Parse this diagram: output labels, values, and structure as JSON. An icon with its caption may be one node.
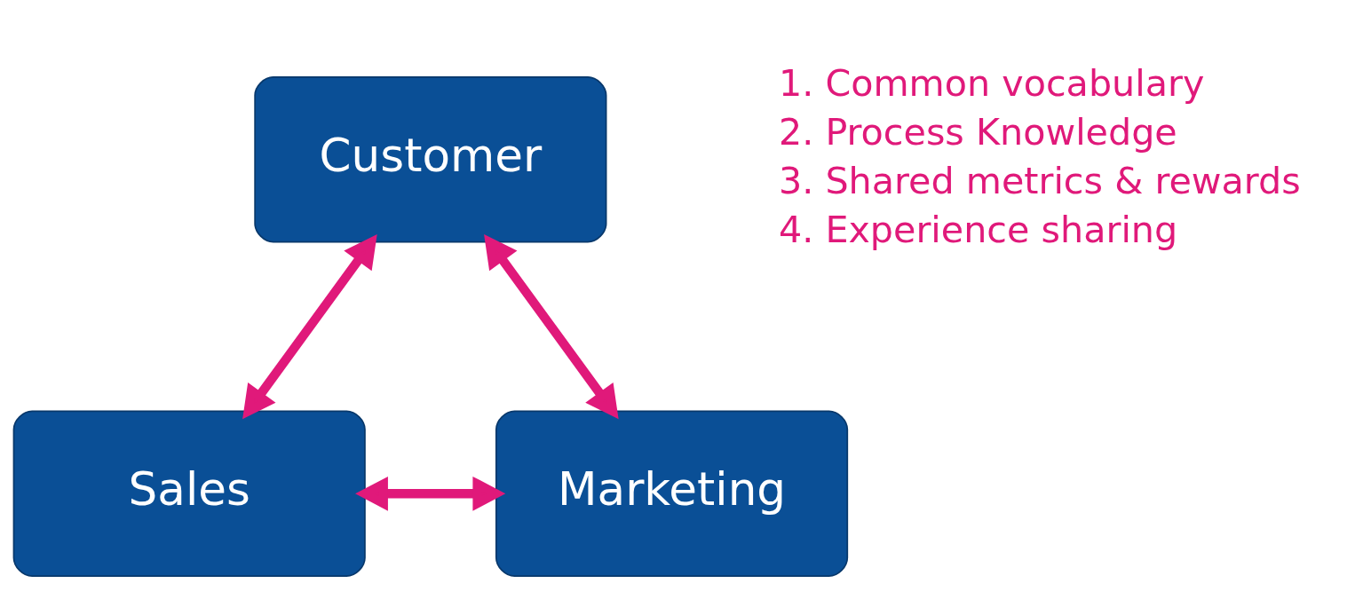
{
  "diagram": {
    "nodes": [
      {
        "text": [
          "Customer"
        ]
      },
      {
        "text": [
          "Sales"
        ]
      },
      {
        "text": [
          "Marketing"
        ]
      }
    ],
    "edges": [
      {
        "from": 1,
        "to": 0,
        "arrow": "both"
      },
      {
        "from": 2,
        "to": 0,
        "arrow": "both"
      },
      {
        "from": 1,
        "to": 2,
        "arrow": "both"
      }
    ],
    "labels": [
      "1. Common vocabulary",
      "2. Process Knowledge",
      "3. Shared metrics & rewards",
      "4. Experience sharing"
    ]
  }
}
